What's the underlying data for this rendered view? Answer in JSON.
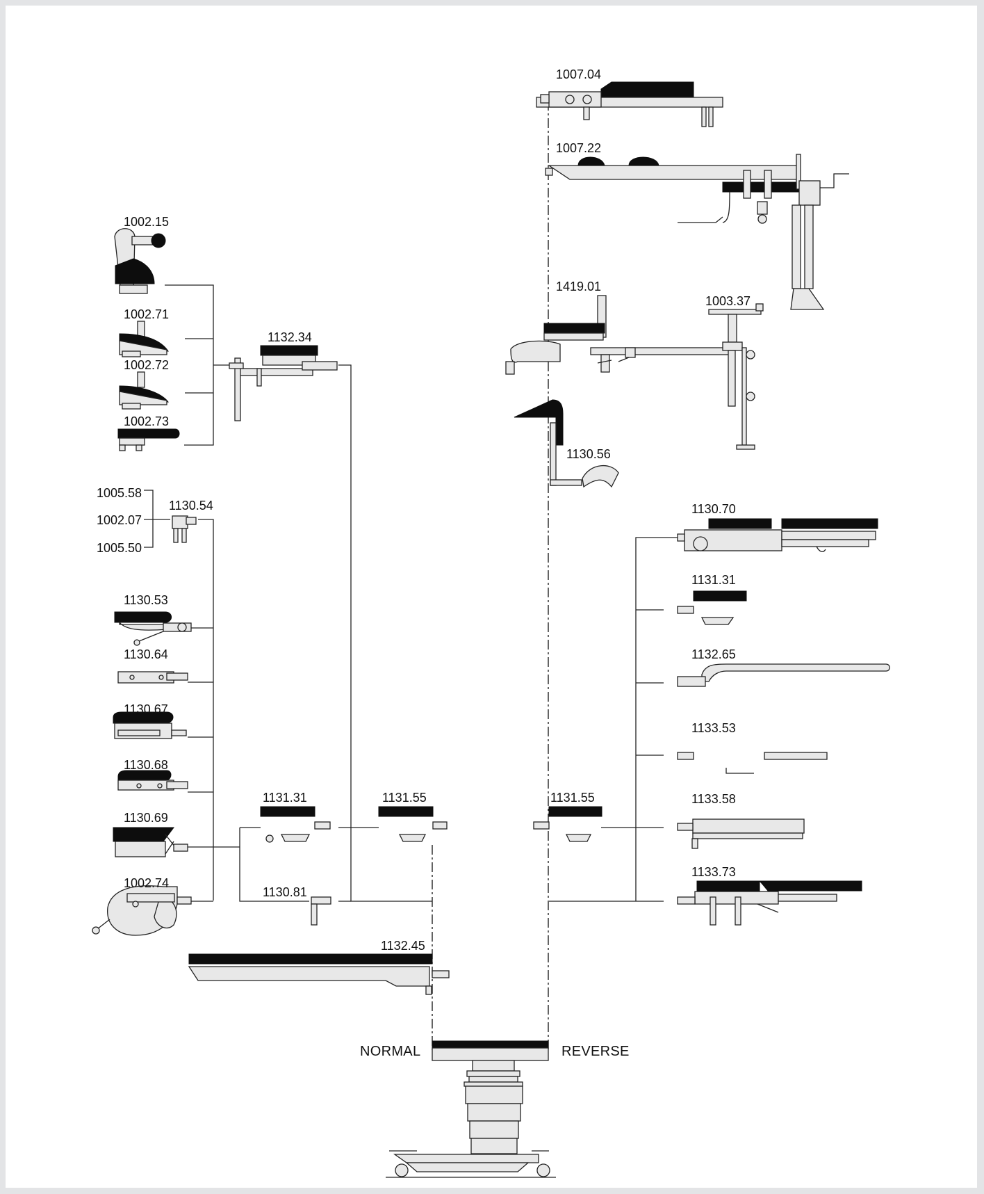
{
  "labels": {
    "p1007_04": "1007.04",
    "p1007_22": "1007.22",
    "p1002_15": "1002.15",
    "p1002_71": "1002.71",
    "p1002_72": "1002.72",
    "p1002_73": "1002.73",
    "p1132_34": "1132.34",
    "p1419_01": "1419.01",
    "p1003_37": "1003.37",
    "p1130_56": "1130.56",
    "p1005_58": "1005.58",
    "p1002_07": "1002.07",
    "p1005_50": "1005.50",
    "p1130_54": "1130.54",
    "p1130_70": "1130.70",
    "p1131_31_right": "1131.31",
    "p1130_53": "1130.53",
    "p1132_65": "1132.65",
    "p1130_64": "1130.64",
    "p1130_67": "1130.67",
    "p1133_53": "1133.53",
    "p1130_68": "1130.68",
    "p1131_31_left": "1131.31",
    "p1131_55_left": "1131.55",
    "p1131_55_right": "1131.55",
    "p1133_58": "1133.58",
    "p1130_69": "1130.69",
    "p1133_73": "1133.73",
    "p1002_74": "1002.74",
    "p1130_81": "1130.81",
    "p1132_45": "1132.45",
    "normal": "NORMAL",
    "reverse": "REVERSE"
  },
  "colors": {
    "background": "#e3e4e6",
    "panel": "#ffffff",
    "pad": "#0d0d0d",
    "metal": "#e8e8e8",
    "line": "#222222"
  }
}
